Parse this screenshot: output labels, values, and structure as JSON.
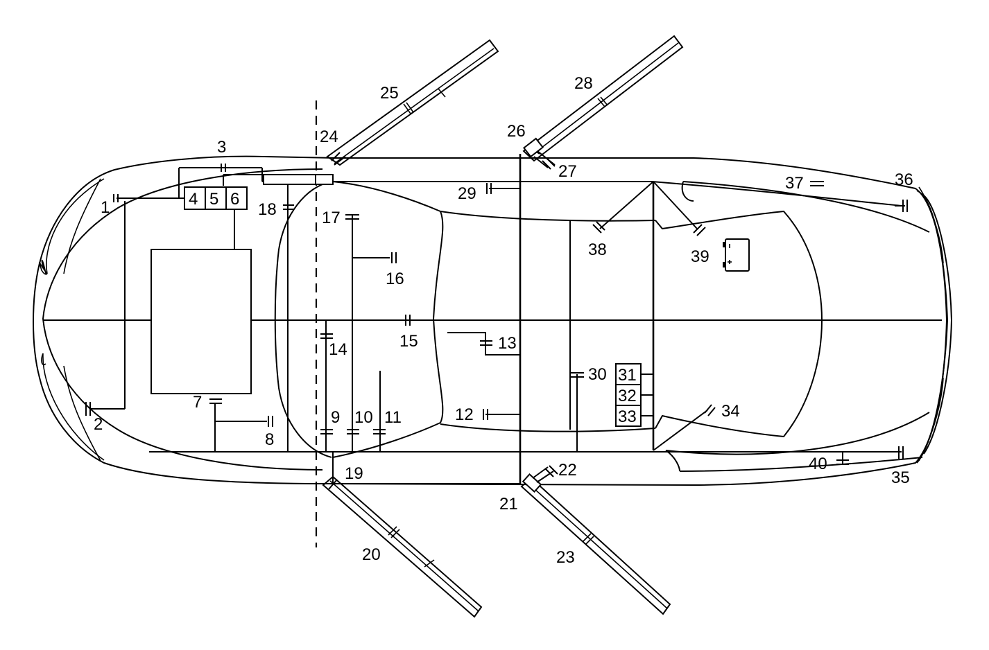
{
  "diagram": {
    "colors": {
      "ink": "#000000",
      "background": "#ffffff"
    },
    "callouts": [
      "1",
      "2",
      "3",
      "4",
      "5",
      "6",
      "7",
      "8",
      "9",
      "10",
      "11",
      "12",
      "13",
      "14",
      "15",
      "16",
      "17",
      "18",
      "19",
      "20",
      "21",
      "22",
      "23",
      "24",
      "25",
      "26",
      "27",
      "28",
      "29",
      "30",
      "31",
      "32",
      "33",
      "34",
      "35",
      "36",
      "37",
      "38",
      "39",
      "40"
    ],
    "icons": [
      "battery-icon"
    ]
  }
}
